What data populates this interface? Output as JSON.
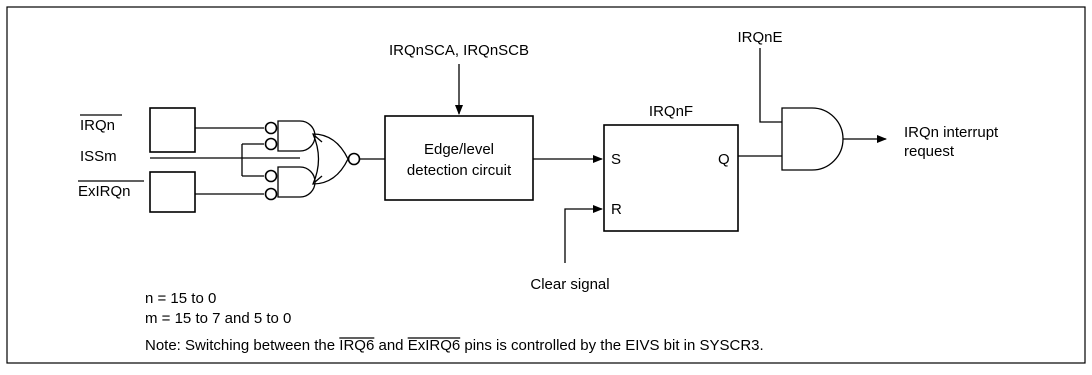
{
  "labels": {
    "irq_pin": "IRQn",
    "issm": "ISSm",
    "exirq_pin": "ExIRQn",
    "sca_scb": "IRQnSCA, IRQnSCB",
    "edge_circuit_line1": "Edge/level",
    "edge_circuit_line2": "detection circuit",
    "flag_name": "IRQnF",
    "set_input": "S",
    "reset_input": "R",
    "q_output": "Q",
    "clear_signal": "Clear signal",
    "enable": "IRQnE",
    "output_line1": "IRQn interrupt",
    "output_line2": "request"
  },
  "notes": {
    "n_range": "n = 15 to 0",
    "m_range": "m = 15 to 7 and 5 to 0",
    "note_prefix": "Note:  Switching between the ",
    "note_pin1": "IRQ6",
    "note_and": " and ",
    "note_pin2": "ExIRQ6",
    "note_suffix": " pins is controlled by the EIVS bit in SYSCR3."
  }
}
